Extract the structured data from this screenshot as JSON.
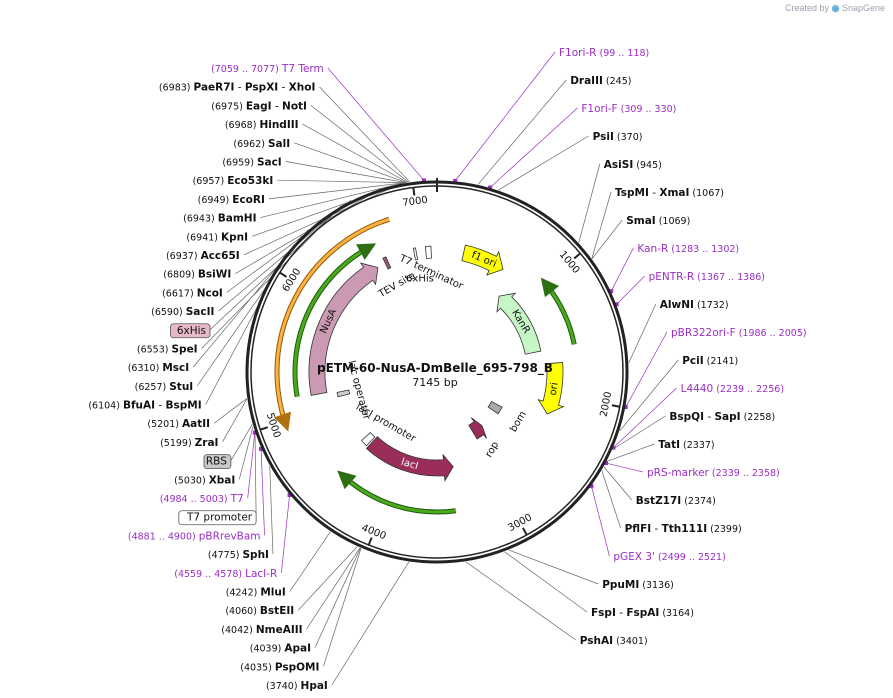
{
  "watermark": {
    "created_by": "Created by",
    "brand": "SnapGene"
  },
  "plasmid": {
    "name": "pETM-60-NusA-DmBelle_695-798_B",
    "length_label": "7145 bp",
    "length": 7145
  },
  "colors": {
    "backbone": "#222222",
    "enzyme_line": "#666666",
    "primer": "#9a2ec4",
    "f1_ori": "#ffff00",
    "kanr": "#c6f5c6",
    "ori": "#ffff00",
    "rop": "#9b2d5a",
    "bom": "#aaaaaa",
    "laci": "#9b2d5a",
    "nusa": "#cc99b3",
    "green_track": "#4aaa1e",
    "orange_track": "#ffb13b",
    "tev": "#9b5a7a",
    "his_box": "#e6b8c8"
  },
  "ticks": [
    {
      "bp": 1000,
      "label": "1000"
    },
    {
      "bp": 2000,
      "label": "2000"
    },
    {
      "bp": 3000,
      "label": "3000"
    },
    {
      "bp": 4000,
      "label": "4000"
    },
    {
      "bp": 5000,
      "label": "5000"
    },
    {
      "bp": 6000,
      "label": "6000"
    },
    {
      "bp": 7000,
      "label": "7000"
    }
  ],
  "labels": [
    {
      "pos": "(7059 .. 7077)",
      "name": "T7 Term",
      "kind": "primer",
      "bp": 7068,
      "side": "right"
    },
    {
      "pos": "(99 .. 118)",
      "name": "F1ori-R",
      "kind": "primer",
      "bp": 108,
      "side": "left"
    },
    {
      "name": "DraIII",
      "pos": "(245)",
      "kind": "enzyme",
      "bp": 245,
      "side": "left"
    },
    {
      "name": "F1ori-F",
      "pos": "(309 .. 330)",
      "kind": "primer",
      "bp": 319,
      "side": "left"
    },
    {
      "name": "PsiI",
      "pos": "(370)",
      "kind": "enzyme",
      "bp": 370,
      "side": "left"
    },
    {
      "name": "AsiSI",
      "pos": "(945)",
      "kind": "enzyme",
      "bp": 945,
      "side": "left"
    },
    {
      "name": "TspMI",
      "name2": "XmaI",
      "pos": "(1067)",
      "kind": "enzyme",
      "bp": 1067,
      "side": "left"
    },
    {
      "name": "SmaI",
      "pos": "(1069)",
      "kind": "enzyme",
      "bp": 1069,
      "side": "left"
    },
    {
      "name": "Kan-R",
      "pos": "(1283 .. 1302)",
      "kind": "primer",
      "bp": 1292,
      "side": "left"
    },
    {
      "name": "pENTR-R",
      "pos": "(1367 .. 1386)",
      "kind": "primer",
      "bp": 1376,
      "side": "left"
    },
    {
      "name": "AlwNI",
      "pos": "(1732)",
      "kind": "enzyme",
      "bp": 1732,
      "side": "left"
    },
    {
      "name": "pBR322ori-F",
      "pos": "(1986 .. 2005)",
      "kind": "primer",
      "bp": 1995,
      "side": "left"
    },
    {
      "name": "PciI",
      "pos": "(2141)",
      "kind": "enzyme",
      "bp": 2141,
      "side": "left"
    },
    {
      "name": "L4440",
      "pos": "(2239 .. 2256)",
      "kind": "primer",
      "bp": 2247,
      "side": "left"
    },
    {
      "name": "BspQI",
      "name2": "SapI",
      "pos": "(2258)",
      "kind": "enzyme",
      "bp": 2258,
      "side": "left"
    },
    {
      "name": "TatI",
      "pos": "(2337)",
      "kind": "enzyme",
      "bp": 2337,
      "side": "left"
    },
    {
      "name": "pRS-marker",
      "pos": "(2339 .. 2358)",
      "kind": "primer",
      "bp": 2348,
      "side": "left"
    },
    {
      "name": "BstZ17I",
      "pos": "(2374)",
      "kind": "enzyme",
      "bp": 2374,
      "side": "left"
    },
    {
      "name": "PflFI",
      "name2": "Tth111I",
      "pos": "(2399)",
      "kind": "enzyme",
      "bp": 2399,
      "side": "left"
    },
    {
      "name": "pGEX 3'",
      "pos": "(2499 .. 2521)",
      "kind": "primer",
      "bp": 2510,
      "side": "left"
    },
    {
      "name": "PpuMI",
      "pos": "(3136)",
      "kind": "enzyme",
      "bp": 3136,
      "side": "left"
    },
    {
      "name": "FspI",
      "name2": "FspAI",
      "pos": "(3164)",
      "kind": "enzyme",
      "bp": 3164,
      "side": "left"
    },
    {
      "name": "PshAI",
      "pos": "(3401)",
      "kind": "enzyme",
      "bp": 3401,
      "side": "left"
    },
    {
      "pos": "(3740)",
      "name": "HpaI",
      "kind": "enzyme",
      "bp": 3740,
      "side": "right"
    },
    {
      "pos": "(4035)",
      "name": "PspOMI",
      "kind": "enzyme",
      "bp": 4035,
      "side": "right"
    },
    {
      "pos": "(4039)",
      "name": "ApaI",
      "kind": "enzyme",
      "bp": 4039,
      "side": "right"
    },
    {
      "pos": "(4042)",
      "name": "NmeAIII",
      "kind": "enzyme",
      "bp": 4042,
      "side": "right"
    },
    {
      "pos": "(4060)",
      "name": "BstEII",
      "kind": "enzyme",
      "bp": 4060,
      "side": "right"
    },
    {
      "pos": "(4242)",
      "name": "MluI",
      "kind": "enzyme",
      "bp": 4242,
      "side": "right"
    },
    {
      "pos": "(4559 .. 4578)",
      "name": "LacI-R",
      "kind": "primer",
      "bp": 4568,
      "side": "right"
    },
    {
      "pos": "(4775)",
      "name": "SphI",
      "kind": "enzyme",
      "bp": 4775,
      "side": "right"
    },
    {
      "pos": "(4881 .. 4900)",
      "name": "pBRrevBam",
      "kind": "primer",
      "bp": 4890,
      "side": "right"
    },
    {
      "pos": "(4984 .. 5003)",
      "name": "T7",
      "kind": "primer",
      "bp": 4993,
      "side": "right"
    },
    {
      "name": "T7 promoter",
      "kind": "boxed-white",
      "bp": 4990,
      "side": "right"
    },
    {
      "pos": "(5030)",
      "name": "XbaI",
      "kind": "enzyme",
      "bp": 5030,
      "side": "right"
    },
    {
      "name": "RBS",
      "kind": "boxed-grey",
      "bp": 5045,
      "side": "right"
    },
    {
      "pos": "(5199)",
      "name": "ZraI",
      "kind": "enzyme",
      "bp": 5199,
      "side": "right"
    },
    {
      "pos": "(5201)",
      "name": "AatII",
      "kind": "enzyme",
      "bp": 5201,
      "side": "right"
    },
    {
      "pos": "(6104)",
      "name": "BfuAI",
      "name2": "BspMI",
      "kind": "enzyme",
      "bp": 6104,
      "side": "right"
    },
    {
      "pos": "(6257)",
      "name": "StuI",
      "kind": "enzyme",
      "bp": 6257,
      "side": "right"
    },
    {
      "pos": "(6310)",
      "name": "MscI",
      "kind": "enzyme",
      "bp": 6310,
      "side": "right"
    },
    {
      "pos": "(6553)",
      "name": "SpeI",
      "kind": "enzyme",
      "bp": 6553,
      "side": "right"
    },
    {
      "name": "6xHis",
      "kind": "boxed-pink",
      "bp": 6570,
      "side": "right"
    },
    {
      "pos": "(6590)",
      "name": "SacII",
      "kind": "enzyme",
      "bp": 6590,
      "side": "right"
    },
    {
      "pos": "(6617)",
      "name": "NcoI",
      "kind": "enzyme",
      "bp": 6617,
      "side": "right"
    },
    {
      "pos": "(6809)",
      "name": "BsiWI",
      "kind": "enzyme",
      "bp": 6809,
      "side": "right"
    },
    {
      "pos": "(6937)",
      "name": "Acc65I",
      "kind": "enzyme",
      "bp": 6937,
      "side": "right"
    },
    {
      "pos": "(6941)",
      "name": "KpnI",
      "kind": "enzyme",
      "bp": 6941,
      "side": "right"
    },
    {
      "pos": "(6943)",
      "name": "BamHI",
      "kind": "enzyme",
      "bp": 6943,
      "side": "right"
    },
    {
      "pos": "(6949)",
      "name": "EcoRI",
      "kind": "enzyme",
      "bp": 6949,
      "side": "right"
    },
    {
      "pos": "(6957)",
      "name": "Eco53kI",
      "kind": "enzyme",
      "bp": 6957,
      "side": "right"
    },
    {
      "pos": "(6959)",
      "name": "SacI",
      "kind": "enzyme",
      "bp": 6959,
      "side": "right"
    },
    {
      "pos": "(6962)",
      "name": "SalI",
      "kind": "enzyme",
      "bp": 6962,
      "side": "right"
    },
    {
      "pos": "(6968)",
      "name": "HindIII",
      "kind": "enzyme",
      "bp": 6968,
      "side": "right"
    },
    {
      "pos": "(6975)",
      "name": "EagI",
      "name2": "NotI",
      "kind": "enzyme",
      "bp": 6975,
      "side": "right"
    },
    {
      "pos": "(6983)",
      "name": "PaeR7I",
      "name2": "PspXI",
      "name3": "XhoI",
      "kind": "enzyme",
      "bp": 6983,
      "side": "right"
    }
  ],
  "features": [
    {
      "name": "f1 ori",
      "kind": "arrow",
      "start": 250,
      "end": 650,
      "radius": 122,
      "color": "#ffff00",
      "dir": 1,
      "label_inside": true
    },
    {
      "name": "KanR",
      "kind": "arrow",
      "start": 780,
      "end": 1560,
      "radius": 98,
      "color": "#c6f5c6",
      "dir": -1,
      "label_inside": true
    },
    {
      "name": "ori",
      "kind": "arrow",
      "start": 1700,
      "end": 2200,
      "radius": 118,
      "color": "#ffff00",
      "dir": 1,
      "label_inside": true
    },
    {
      "name": "bom",
      "kind": "box",
      "start": 2350,
      "end": 2470,
      "radius": 68,
      "color": "#aaaaaa"
    },
    {
      "name": "rop",
      "kind": "arrow",
      "start": 2780,
      "end": 2960,
      "radius": 70,
      "color": "#9b2d5a",
      "dir": -1
    },
    {
      "name": "lacI",
      "kind": "arrow",
      "start": 3380,
      "end": 4420,
      "radius": 96,
      "color": "#9b2d5a",
      "dir": -1,
      "label_inside": true
    },
    {
      "name": "lacI promoter",
      "kind": "box",
      "start": 4440,
      "end": 4520,
      "radius": 96,
      "color": "#ffffff"
    },
    {
      "name": "lac operator",
      "kind": "box",
      "start": 5080,
      "end": 5130,
      "radius": 96,
      "color": "#cccccc"
    },
    {
      "name": "NusA",
      "kind": "arrow",
      "start": 5150,
      "end": 6560,
      "radius": 120,
      "color": "#cc99b3",
      "dir": 1,
      "label_inside": true
    },
    {
      "name": "TEV site",
      "kind": "box",
      "start": 6640,
      "end": 6670,
      "radius": 120,
      "color": "#9b5a7a"
    },
    {
      "name": "6xHis",
      "kind": "box",
      "start": 6930,
      "end": 6950,
      "radius": 120,
      "color": "#ffffff"
    },
    {
      "name": "T7 terminator",
      "kind": "box",
      "start": 7040,
      "end": 7090,
      "radius": 120,
      "color": "#ffffff"
    }
  ],
  "tracks": [
    {
      "start": 1020,
      "end": 1560,
      "radius": 140,
      "color": "#4aaa1e",
      "dir": -1
    },
    {
      "start": 3420,
      "end": 4400,
      "radius": 140,
      "color": "#4aaa1e",
      "dir": 1
    },
    {
      "start": 5160,
      "end": 6570,
      "radius": 142,
      "color": "#4aaa1e",
      "dir": 1
    },
    {
      "start": 4990,
      "end": 6800,
      "radius": 160,
      "color": "#ffb13b",
      "dir": -1
    }
  ],
  "feature_labels": [
    {
      "name": "TEV site"
    },
    {
      "name": "6xHis"
    },
    {
      "name": "T7 terminator"
    },
    {
      "name": "lac operator"
    },
    {
      "name": "lacI promoter"
    },
    {
      "name": "rop"
    },
    {
      "name": "bom"
    }
  ]
}
